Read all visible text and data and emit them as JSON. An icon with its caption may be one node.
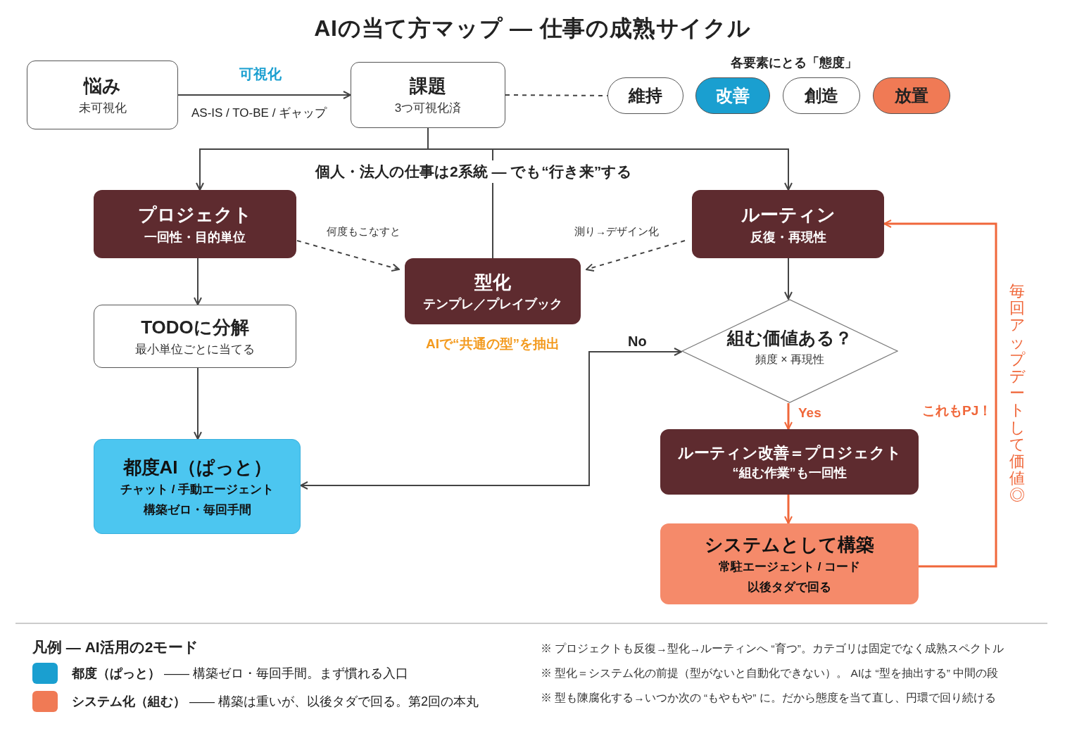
{
  "diagram": {
    "title": "AIの当て方マップ — 仕事の成熟サイクル",
    "nodes": [
      {
        "text": [
          "悩み",
          "未可視化"
        ]
      },
      {
        "text": [
          "課題",
          "3つ可視化済"
        ]
      },
      {
        "text": [
          "維持"
        ]
      },
      {
        "text": [
          "改善"
        ]
      },
      {
        "text": [
          "創造"
        ]
      },
      {
        "text": [
          "放置"
        ]
      },
      {
        "text": [
          "プロジェクト",
          "一回性・目的単位"
        ]
      },
      {
        "text": [
          "ルーティン",
          "反復・再現性"
        ]
      },
      {
        "text": [
          "型化",
          "テンプレ／プレイブック"
        ],
        "beside": [
          "AIで“共通の型”を抽出"
        ]
      },
      {
        "text": [
          "TODOに分解",
          "最小単位ごとに当てる"
        ]
      },
      {
        "text": [
          "組む価値ある？",
          "頻度 × 再現性"
        ]
      },
      {
        "text": [
          "都度AI（ぱっと）",
          "チャット / 手動エージェント",
          "構築ゼロ・毎回手間"
        ]
      },
      {
        "text": [
          "ルーティン改善＝プロジェクト",
          "“組む作業”も一回性"
        ]
      },
      {
        "text": [
          "システムとして構築",
          "常駐エージェント / コード",
          "以後タダで回る"
        ]
      }
    ],
    "edges": [
      {
        "from": 0,
        "to": 1,
        "arrow": "to",
        "label": "可視化"
      },
      {
        "from": 1,
        "to": 2,
        "arrow": "none",
        "style": "dashed"
      },
      {
        "from": 1,
        "to": 6,
        "arrow": "to"
      },
      {
        "from": 1,
        "to": 7,
        "arrow": "to"
      },
      {
        "from": 1,
        "to": 8,
        "arrow": "none"
      },
      {
        "from": 6,
        "to": 8,
        "arrow": "to",
        "style": "dashed",
        "label": "何度もこなすと"
      },
      {
        "from": 7,
        "to": 8,
        "arrow": "to",
        "style": "dashed",
        "label": "測り→デザイン化"
      },
      {
        "from": 6,
        "to": 9,
        "arrow": "to"
      },
      {
        "from": 9,
        "to": 11,
        "arrow": "to"
      },
      {
        "from": 7,
        "to": 10,
        "arrow": "to"
      },
      {
        "from": 10,
        "to": 11,
        "arrow": "both",
        "label": "No"
      },
      {
        "from": 10,
        "to": 12,
        "arrow": "to",
        "label": "Yes",
        "color": "#f0673a"
      },
      {
        "from": 12,
        "to": 13,
        "arrow": "to",
        "color": "#f0673a"
      },
      {
        "from": 13,
        "to": 7,
        "arrow": "to",
        "color": "#f0673a",
        "label": "毎回アップデートして価値◎"
      }
    ],
    "labels": [
      "AS-IS / TO-BE / ギャップ",
      "各要素にとる「態度」",
      "個人・法人の仕事は2系統 — でも“行き来”する",
      "これもPJ！",
      "凡例 — AI活用の2モード",
      "※ プロジェクトも反復→型化→ルーティンへ “育つ”。カテゴリは固定でなく成熟スペクトル",
      "※ 型化＝システム化の前提（型がないと自動化できない）。 AIは “型を抽出する” 中間の段",
      "※ 型も陳腐化する→いつか次の “もやもや” に。だから態度を当て直し、円環で回り続ける"
    ],
    "legend": [
      {
        "text": "**都度（ぱっと）** —— 構築ゼロ・毎回手間。まず慣れる入口",
        "color": "#1a9fd0"
      },
      {
        "text": "**システム化（組む）** —— 構築は重いが、以後タダで回る。第2回の本丸",
        "color": "#f07a55"
      }
    ]
  }
}
